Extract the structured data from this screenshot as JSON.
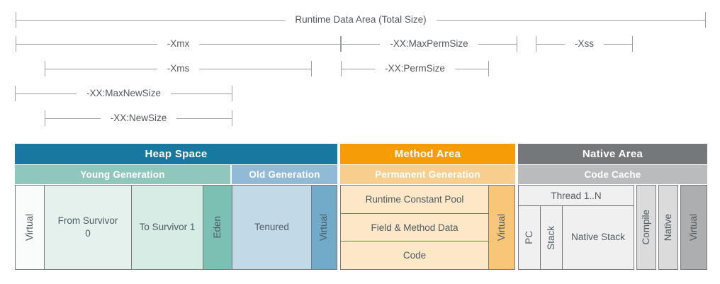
{
  "measures": {
    "runtime_total": "Runtime Data Area (Total Size)",
    "xmx": "-Xmx",
    "max_perm_size": "-XX:MaxPermSize",
    "xss": "-Xss",
    "xms": "-Xms",
    "perm_size": "-XX:PermSize",
    "max_new_size": "-XX:MaxNewSize",
    "new_size": "-XX:NewSize"
  },
  "sections": {
    "heap": {
      "title": "Heap Space",
      "young_title": "Young Generation",
      "old_title": "Old Generation",
      "virtual_left": "Virtual",
      "from_survivor": "From Survivor 0",
      "to_survivor": "To Survivor 1",
      "eden": "Eden",
      "tenured": "Tenured",
      "virtual_right": "Virtual"
    },
    "method": {
      "title": "Method Area",
      "band_title": "Permanent Generation",
      "rows": [
        "Runtime Constant Pool",
        "Field & Method Data",
        "Code"
      ],
      "virtual": "Virtual"
    },
    "native": {
      "title": "Native Area",
      "band_title": "Code Cache",
      "thread_title": "Thread 1..N",
      "pc": "PC",
      "stack": "Stack",
      "native_stack": "Native Stack",
      "compile": "Compile",
      "native": "Native",
      "virtual": "Virtual"
    }
  },
  "colors": {
    "heap_header": "#1878A0",
    "young_band": "#8FC7BD",
    "old_band": "#90BAD6",
    "method_header": "#F59C06",
    "perm_band": "#F8CE8E",
    "native_header": "#75787B",
    "code_cache_band": "#B9BBBD",
    "virtual_white": "#F9FCFB",
    "from_cell": "#E4F1EC",
    "to_cell": "#D7ECE5",
    "eden_cell": "#7CBFB3",
    "tenured_cell": "#C2D9E8",
    "virtual_blue": "#72ABCA",
    "perm_cell": "#FCE7C6",
    "virtual_orange": "#F7C678",
    "thread_cell": "#F0F0F0",
    "compile_cell": "#DBDBDB",
    "virtual_gray": "#ACAEB0",
    "line": "#9AA0A3",
    "border": "#75797C",
    "text_dark": "#4E5B63",
    "measure_text": "#54585C"
  }
}
